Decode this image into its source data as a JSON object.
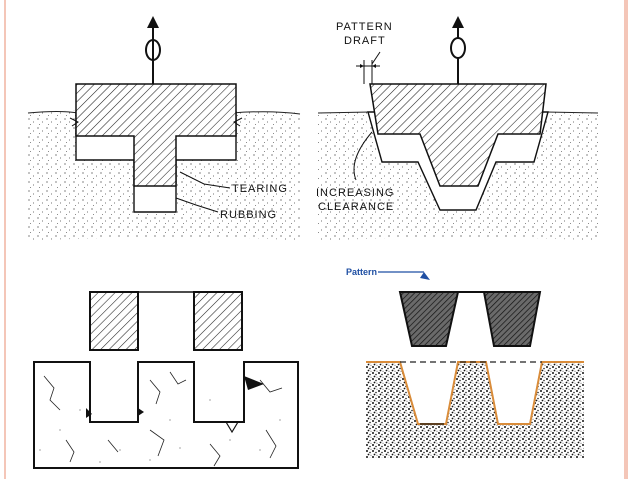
{
  "colors": {
    "slide_border": "#f4c6b8",
    "top_panel_bg": "#ffffff",
    "pattern_arrow": "#1f4fa3",
    "mold_outline_highlight": "#d98c3a",
    "ink": "#111111"
  },
  "icons": {
    "withdraw_arrow": "up-arrow-with-hand-icon"
  },
  "figure_top_left": {
    "label_tearing": "TEARING",
    "label_rubbing": "RUBBING"
  },
  "figure_top_right": {
    "label_pattern_draft_line1": "PATTERN",
    "label_pattern_draft_line2": "DRAFT",
    "label_clearance_line1": "INCREASING",
    "label_clearance_line2": "CLEARANCE"
  },
  "figure_bottom_right": {
    "label_pattern": "Pattern"
  }
}
